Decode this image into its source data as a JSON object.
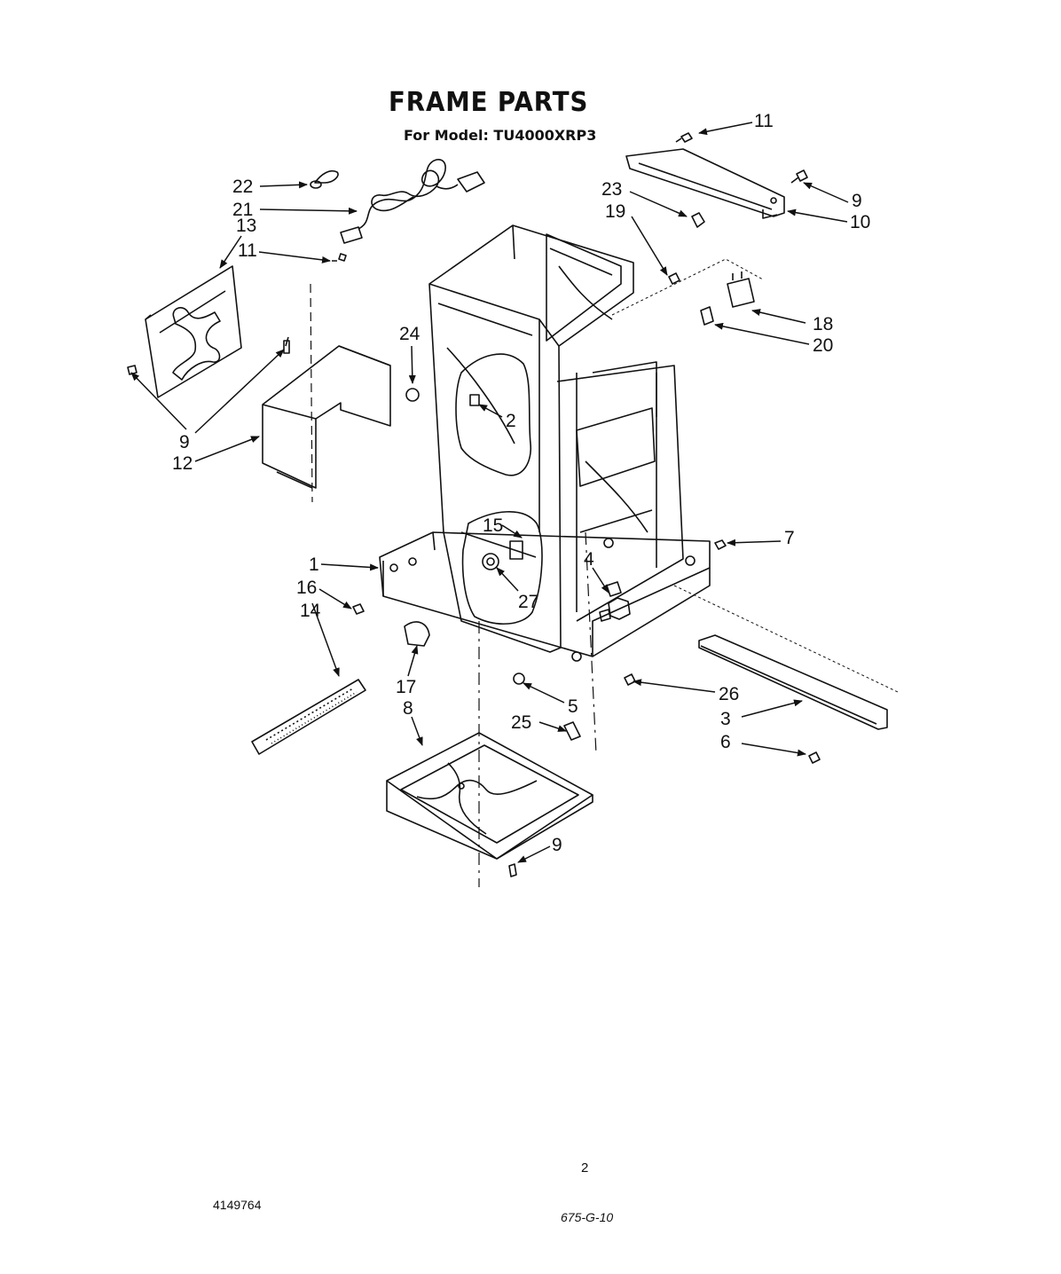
{
  "header": {
    "title": "FRAME PARTS",
    "subtitle": "For Model: TU4000XRP3"
  },
  "callouts": [
    {
      "id": "c22",
      "label": "22"
    },
    {
      "id": "c21",
      "label": "21"
    },
    {
      "id": "c13",
      "label": "13"
    },
    {
      "id": "c11a",
      "label": "11"
    },
    {
      "id": "c11b",
      "label": "11"
    },
    {
      "id": "c9a",
      "label": "9"
    },
    {
      "id": "c10",
      "label": "10"
    },
    {
      "id": "c23",
      "label": "23"
    },
    {
      "id": "c19",
      "label": "19"
    },
    {
      "id": "c18",
      "label": "18"
    },
    {
      "id": "c20",
      "label": "20"
    },
    {
      "id": "c24",
      "label": "24"
    },
    {
      "id": "c2",
      "label": "2"
    },
    {
      "id": "c9b",
      "label": "9"
    },
    {
      "id": "c12",
      "label": "12"
    },
    {
      "id": "c15",
      "label": "15"
    },
    {
      "id": "c7",
      "label": "7"
    },
    {
      "id": "c1",
      "label": "1"
    },
    {
      "id": "c4",
      "label": "4"
    },
    {
      "id": "c16",
      "label": "16"
    },
    {
      "id": "c14",
      "label": "14"
    },
    {
      "id": "c27",
      "label": "27"
    },
    {
      "id": "c17",
      "label": "17"
    },
    {
      "id": "c5",
      "label": "5"
    },
    {
      "id": "c26",
      "label": "26"
    },
    {
      "id": "c8",
      "label": "8"
    },
    {
      "id": "c3",
      "label": "3"
    },
    {
      "id": "c25",
      "label": "25"
    },
    {
      "id": "c6",
      "label": "6"
    },
    {
      "id": "c9c",
      "label": "9"
    }
  ],
  "footer": {
    "page_number": "2",
    "document_number": "4149764",
    "revision": "675-G-10"
  },
  "colors": {
    "ink": "#111111",
    "paper": "#ffffff"
  }
}
